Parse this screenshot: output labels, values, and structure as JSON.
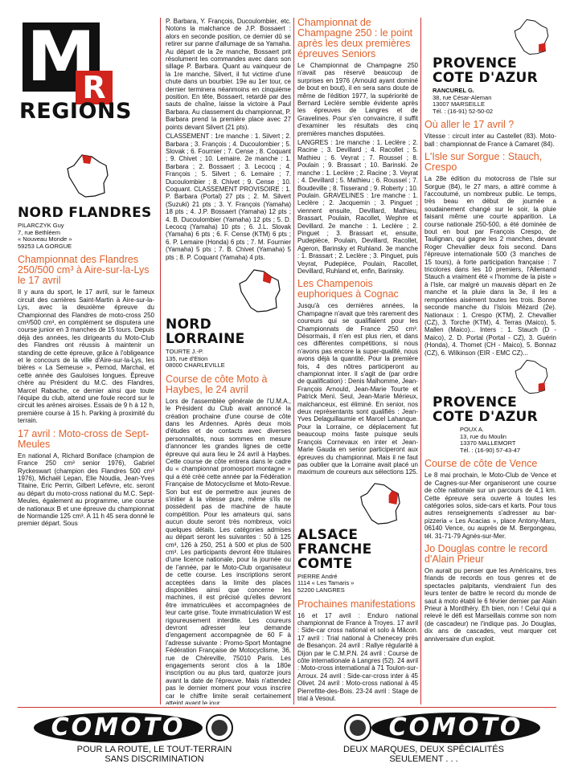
{
  "masthead": {
    "logo_letter": "M",
    "logo_r": "R",
    "title": "REGIONS"
  },
  "col1": {
    "region_title": "NORD FLANDRES",
    "address": [
      "PILARCZYK Guy",
      "7, rue Bethléem",
      "« Nouveau Monde »",
      "59253 LA GORGUE"
    ],
    "article1_head": "Championnat des Flandres 250/500 cm³ à Aire-sur-la-Lys le 17 avril",
    "article1_body": "Il y aura du sport, le 17 avril, sur le fameux circuit des carrières Saint-Martin à Aire-sur-la-Lys, avec la deuxième épreuve du Championnat des Flandres de moto-cross 250 cm³/500 cm³, en complément se disputera une course junior en 3 manches de 15 tours. Depuis déjà des années, les dirigeants du Moto-Club des Flandres ont réussis à maintenir un standing de cette épreuve, grâce à l'obligeance et le concours de la ville d'Aire-sur-la-Lys, les bières « La Semeuse », Pernod, Marchal, et cette année des Gauloises longues. Épreuve chère au Président du M.C. des Flandres, Marcel Rabache, ce dernier ainsi que toute l'équipe du club, attend une foule record sur le circuit les arènes airoises. Essais de 9 h à 12 h, première course à 15 h. Parking à proximité du terrain.",
    "article2_head": "17 avril : Moto-cross de Sept-Meules",
    "article2_body": "En national A, Richard Boniface (champion de France 250 cm³ senior 1976), Gabriel Ryckeswart (champion des Flandres 500 cm³ 1976), Michaël Lepan, Elie Noudia, Jean-Yves Titaine, Eric Perrin, Gilbert Lefèvre, etc. seront au départ du moto-cross national du M.C. Sept-Meules, également au programme, une course de nationaux B et une épreuve du championnat de Normandie 125 cm³. A 11 h 45 sera donné le premier départ. Sous"
  },
  "col2": {
    "body_top": "P. Barbara, Y. François, Ducoulombier, etc. Notons la malchance de J.P. Bossaert : alors en seconde position, ce dernier dû se retirer sur panne d'allumage de sa Yamaha. Au départ de la 2e manche, Bossaert prit résolument les commandes avec dans son sillage P. Barbara. Quant au vainqueur de la 1re manche, Silvert, il fut victime d'une chute dans un bourbier. 19e au 1er tour, ce dernier terminera néanmoins en cinquième position. En tête, Bossaert, retardé par des sauts de chaîne, laisse la victoire à Paul Barbara. Au classement du championnat, P. Barbara prend la première place avec 27 points devant Silvert (21 pts).",
    "classement": "CLASSEMENT : 1re manche : 1. Silvert ; 2. Barbara ; 3. François ; 4. Ducoulombier ; 5. Slovak ; 6. Fournier ; 7. Cense ; 8. Coquant ; 9. Chivet ; 10. Lemaire. 2e manche : 1. Barbara ; 2. Bossaert ; 3. Lecocq ; 4. François ; 5. Silvert ; 6. Lemaire ; 7. Ducoulombier ; 8. Chivet ; 9. Cense ; 10. Coquant. CLASSEMENT PROVISOIRE : 1. P. Barbara (Portal) 27 pts ; 2. M. Silvert (Suzuki) 21 pts ; 3. Y. François (Yamaha) 18 pts ; 4. J.P. Bossaert (Yamaha) 12 pts ; 4. B. Ducoulombier (Yamaha) 12 pts ; 5. D. Lecocq (Yamaha) 10 pts ; 6. J.L. Slovak (Yamaha) 6 pts ; 6. F. Cense (KTM) 6 pts ; 6. P. Lemaire (Honda) 6 pts ; 7. M. Fournier (Yamaha) 5 pts ; 7. B. Chivet (Yamaha) 5 pts ; 8. P. Coquant (Yamaha) 4 pts.",
    "region_title": "NORD LORRAINE",
    "address": [
      "TOURTE J.-P.",
      "135, rue d'Etion",
      "08000 CHARLEVILLE"
    ],
    "article_head": "Course de côte Moto à Haybes, le 24 avril",
    "article_body": "Lors de l'assemblée générale de l'U.M.A., le Président du Club avait annoncé la création prochaine d'une course de côte dans les Ardennes. Après deux mois d'études et de contacts avec diverses personnalités, nous sommes en mesure d'annoncer les grandes lignes de cette épreuve qui aura lieu le 24 avril à Haybes. Cette course de côte entrera dans le cadre du « championnat promosport montagne » qui a été créé cette année par la Fédération Française de Motocyclisme et Moto-Revue. Son but est de permettre aux jeunes de s'initier à la vitesse pure, même s'ils ne possèdent pas de machine de haute compétition. Pour les amateurs qui, sans aucun doute seront très nombreux, voici quelques détails. Les catégories admises au départ seront les suivantes : 50 à 125 cm³, 126 à 250, 251 à 500 et plus de 500 cm³. Les participants devront être titulaires d'une licence nationale, pour la journée ou de l'année, par le Moto-Club organisateur de cette course. Les inscriptions seront acceptées dans la limite des places disponibles ainsi que concerne les machines, il est précisé qu'elles devront être immatriculées et accompagnées de leur carte grise. Toute immatriculation W est rigoureusement interdite. Les coureurs devront adresser leur demande d'engagement accompagnée de 60 F à l'adresse suivante : Promo-Sport Montagne Fédération Française de Motocyclisme, 36, rue de Chéreville, 75010 Paris. Les engagements seront clos à la 180e inscription ou au plus tard, quatorze jours avant la date de l'épreuve. Mais n'attendez pas le dernier moment pour vous inscrire car le chiffre limite serait certainement atteint avant le jour"
  },
  "col3": {
    "article1_head": "Championnat de Champagne 250 : le point après les deux premières épreuves Seniors",
    "article1_body": "Le Championnat de Champagne 250 n'avait pas réservé beaucoup de surprises en 1976 (Arnould ayant dominé de bout en bout), il en sera sans doute de même de l'édition 1977, la supériorité de Bernard Leclère semble évidente après les épreuves de Langres et de Gravelines. Pour s'en convaincre, il suffit d'examiner les résultats des cinq premières manches disputées.",
    "results": "LANGRES : 1re manche : 1. Leclère ; 2. Racine ; 3. Devillard ; 4. Racollet ; 5. Mathieu ; 6. Veyrat ; 7. Roussel ; 8. Poulain ; 9. Brassart ; 10. Barinski. 2e manche : 1. Leclère ; 2. Racine ; 3. Veyrat ; 4. Devillard ; 5. Mathieu ; 6. Roussel ; 7. Boudeville ; 8. Tisserand ; 9. Roberty ; 10. Poulain. GRAVELINES : 1re manche : 1. Leclère ; 2. Jacquemin ; 3. Pinguet ; viennent ensuite, Devillard, Mathieu, Brassart, Poulain, Racollet, Wephre et Devillard. 2e manche : 1. Leclère ; 2. Pinguet ; 3. Brassart et, ensuite, Pudepièce, Poulain, Devillard, Racollet, Ageron, Barinsky et Ruhland. 3e manche : 1. Brassart ; 2. Leclère ; 3. Pinguet, puis Veyrat, Pudepièce, Poulain, Racollet, Devillard, Ruhland et, enfin, Barinsky.",
    "article2_head": "Les Champenois euphoriques à Cognac",
    "article2_body": "Jusqu'à ces dernières années, la Champagne n'avait que très rarement des coureurs qui se qualifiaient pour les Championnats de France 250 cm³. Désormais, il n'en est plus rien, et dans ces différentes compétitions, si nous n'avons pas encore la super-qualité, nous avons déjà la quantité. Pour la première fois, 4 des nôtres participeront au championnat inter. Il s'agit de (par ordre de qualification) : Denis Malhomme, Jean-François Arnould, Jean-Marie Tourte et Patrick Menì. Seul, Jean-Marie Mérieux, malchanceux, est éliminé. En senior, nos deux représentants sont qualifiés : Jean-Yves Delaguillaumie et Marcel Lahanque. Pour la Lorraine, ce déplacement fut beaucoup moins faste puisque seuls François Cornevaux en inter et Jean-Marie Gauda en senior participeront aux épreuves du championnat. Mais il ne faut pas oublier que la Lorraine avait placé un maximum de coureurs aux sélections 125.",
    "region_title_1": "ALSACE",
    "region_title_2": "FRANCHE COMTE",
    "address": [
      "PIERRE André",
      "1114 « Les Tamaris »",
      "52200 LANGRES"
    ],
    "article3_head": "Prochaines manifestations",
    "article3_body": "16 et 17 avril : Enduro national championnat de France à Troyes. 17 avril : Side-car cross national et solo à Mâcon. 17 avril : Trial national à Chenecey près de Besançon. 24 avril : Rallye régularité à Dijon par le C.M.P.N. 24 avril : Course de côte internationale à Langres (52). 24 avril : Moto-cross international à 71 Toulon-sur-Arroux. 24 avril : Side-car-cross inter à 45 Olivet. 24 avril : Moto-cross national à 45 Pierrefitte-des-Bois. 23-24 avril : Stage de trial à Vesoul."
  },
  "col4": {
    "region1_title_1": "PROVENCE",
    "region1_title_2": "COTE D'AZUR",
    "address1": [
      "RANCUREL G.",
      "38, rue César-Aleman",
      "13007 MARSEILLE",
      "Tél. : (16-91) 52-50-02"
    ],
    "article1_head": "Où aller le 17 avril ?",
    "article1_body": "Vitesse : circuit inter au Castellet (83). Moto-ball : championnat de France à Camaret (84).",
    "article2_head": "L'Isle sur Sorgue : Stauch, Crespo",
    "article2_body": "La 28e édition du motocross de l'Isle sur Sorgue (84), le 27 mars, a attiré comme à l'accoutumé, un nombreux public. Le temps, très beau en début de journée a soudainement changé sur le soir, la pluie faisant même une courte apparition. La course nationale 250-500, a été dominée de bout en bout par François Crespo, de Taulignan, qui gagne les 2 manches, devant Roger Chevallier deux fois second. Dans l'épreuve internationale 500 (3 manches de 15 tours), à forte participation française : 7 tricolores dans les 10 premiers, l'Allemand Stauch a vraiment été « l'homme de la piste » à l'Isle, car malgré un mauvais départ en 2e manche et la pluie dans la 3e, il les a remportées aisément toutes les trois. Bonne seconde manche du l'Islois Mézard (2e). Nationaux : 1. Crespo (KTM), 2. Chevallier (CZ), 3. Torche (KTM), 4. Terras (Maico), 5. Mallen (Maico)... Inters : 1. Stauch (D - Maico), 2. D. Portal (Portal - CZ), 3. Guérin (Honda), 4. Thomet (CH - Maico), 5. Bonnaz (CZ), 6. Wilkinson (EIR - EMC CZ)...",
    "region2_title_1": "PROVENCE",
    "region2_title_2": "COTE D'AZUR",
    "address2": [
      "POUX A.",
      "13, rue du Moulin",
      "13370 MALLEMORT",
      "Tél. : (16-90) 57-43-47"
    ],
    "article3_head": "Course de côte de Vence",
    "article3_body": "Le 8 mai prochain, le Moto-Club de Vence et de Cagnes-sur-Mer organiseront une course de côte nationale sur un parcours de 4,1 km. Cette épreuve sera ouverte à toutes les catégories solos, side-cars et karts. Pour tous autres renseignements s'adresser au bar-pizzeria « Les Acacias », place Antony-Mars, 06140 Vence, ou auprès de M. Bergongeau, tél. 31-71-79 Agnès-sur-Mer.",
    "article4_head": "Jo Douglas contre le record d'Alain Prieur",
    "article4_body": "On aurait pu penser que les Américains, tres friands de records en tous genres et de spectacles palpitants, viendraient l'un des leurs tenter de battre le record du monde de saut à moto établi le 6 février dernier par Alain Prieur à Montlhéry. Eh bien, non ! Celui qui a relevé le défi est Marseillais comme son nom (de cascadeur) ne l'indique pas. Jo Douglas, dix ans de cascades, veut marquer cet anniversaire d'un exploit."
  },
  "ad": {
    "brand_left": "COMOTO",
    "brand_right": "COMOTO",
    "slogan_left_1": "POUR LA ROUTE, LE TOUT-TERRAIN",
    "slogan_left_2": "SANS DISCRIMINATION",
    "slogan_right_1": "DEUX MARQUES, DEUX SPÉCIALITÉS",
    "slogan_right_2": "SEULEMENT . . ."
  }
}
